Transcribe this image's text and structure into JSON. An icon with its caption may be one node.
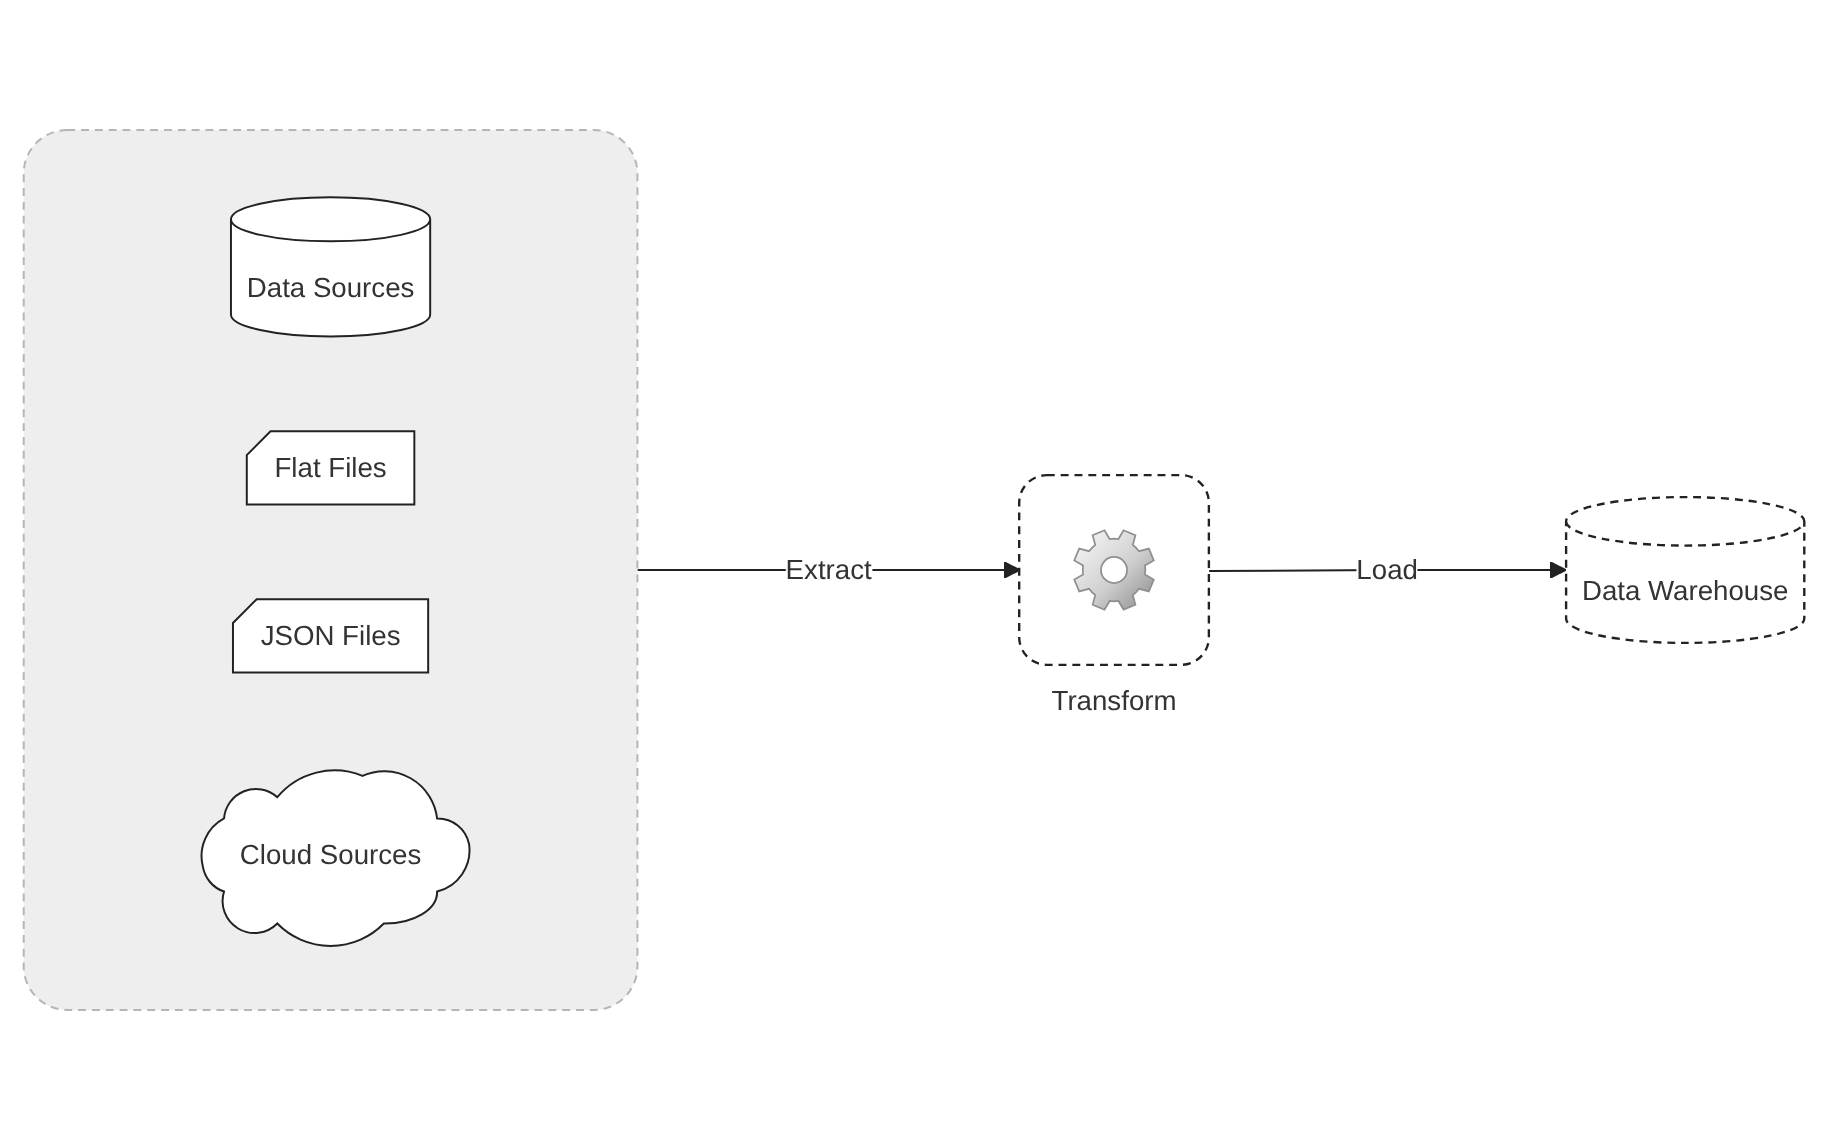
{
  "diagram": {
    "nodes": [
      {
        "text": [],
        "shape": "box"
      },
      {
        "text": [
          "Data Sources"
        ],
        "in": 0
      },
      {
        "text": [
          "Flat Files"
        ],
        "in": 0
      },
      {
        "text": [
          "JSON Files"
        ],
        "in": 0
      },
      {
        "text": [
          "Cloud Sources"
        ],
        "in": 0
      },
      {
        "text": [
          "Transform"
        ]
      },
      {
        "text": [
          "Data Warehouse"
        ]
      }
    ],
    "edges": [
      {
        "from": 0,
        "to": 5,
        "arrow": "to",
        "label": "Extract"
      },
      {
        "from": 5,
        "to": 6,
        "arrow": "to",
        "label": "Load"
      }
    ]
  }
}
